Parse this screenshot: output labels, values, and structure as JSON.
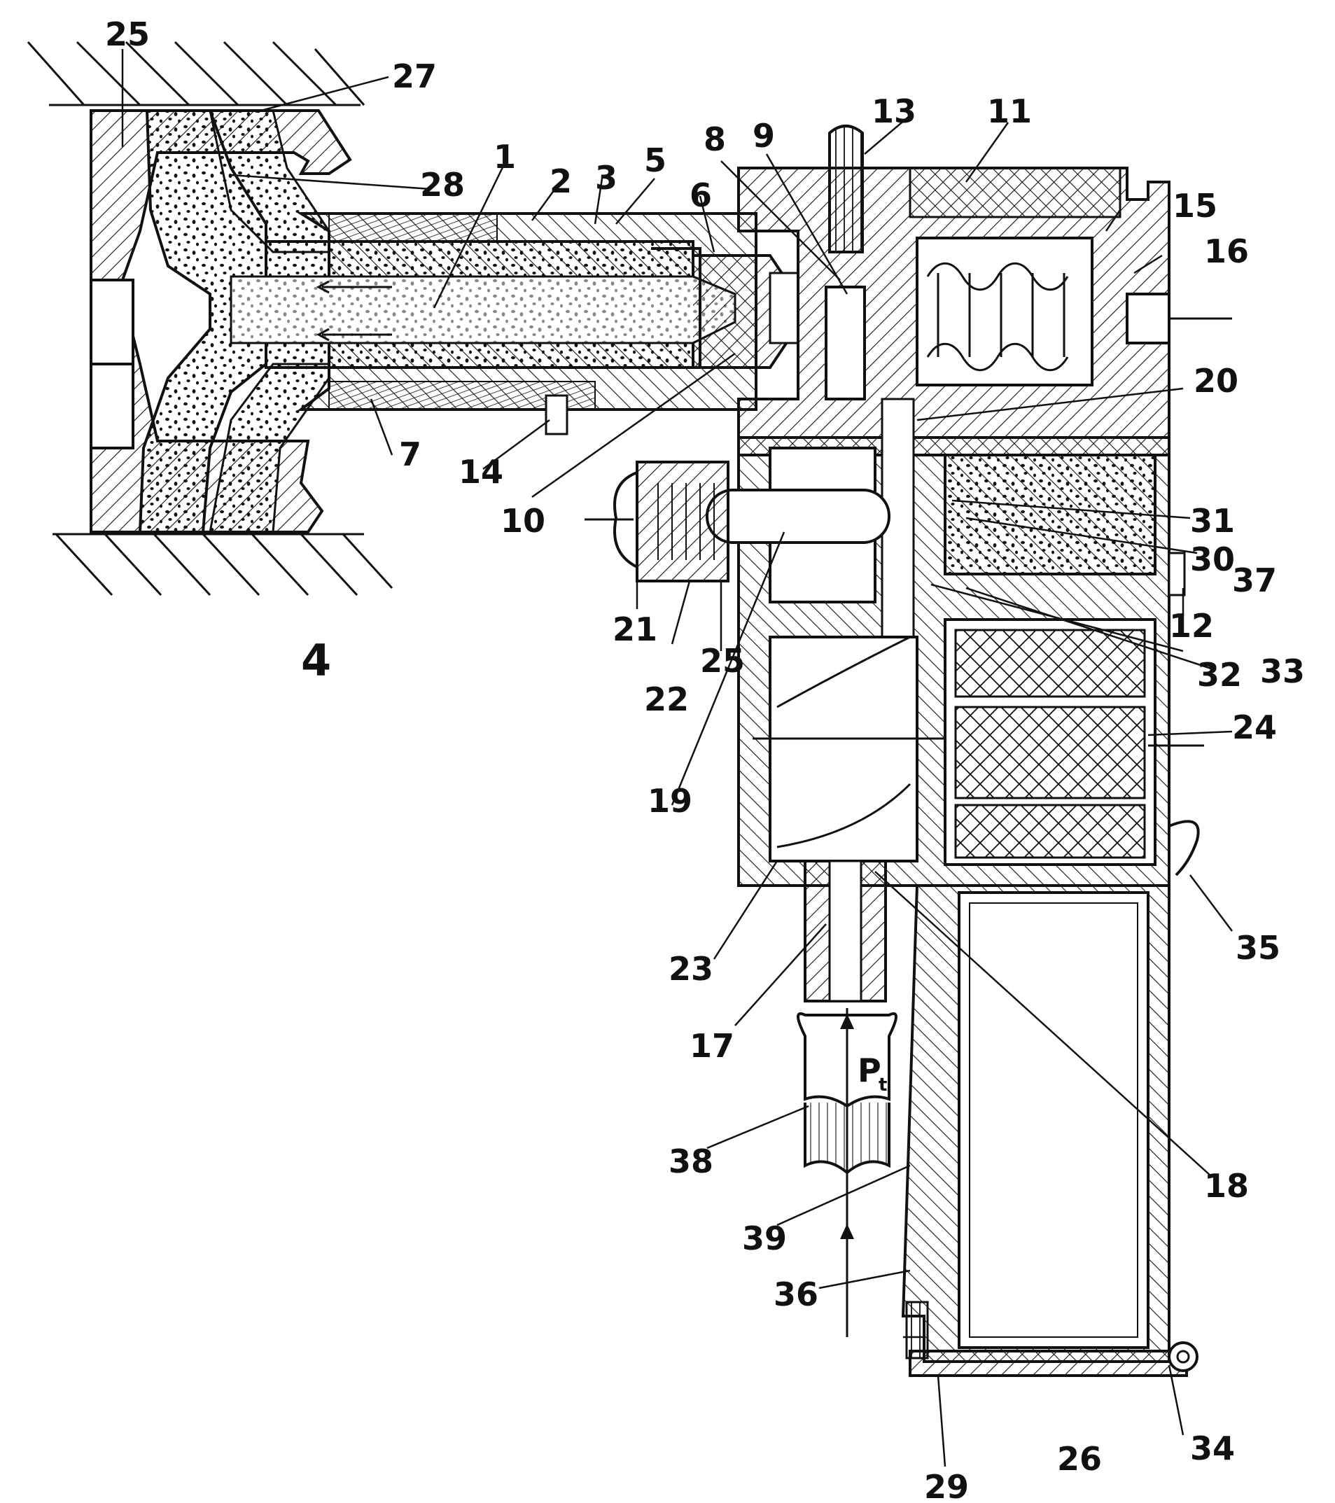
{
  "figure": {
    "flow_label": "P",
    "flow_label_sub": "t",
    "callouts": [
      {
        "id": "c1",
        "text": "1"
      },
      {
        "id": "c2",
        "text": "2"
      },
      {
        "id": "c3",
        "text": "3"
      },
      {
        "id": "c4",
        "text": "4"
      },
      {
        "id": "c5",
        "text": "5"
      },
      {
        "id": "c6",
        "text": "6"
      },
      {
        "id": "c7",
        "text": "7"
      },
      {
        "id": "c8",
        "text": "8"
      },
      {
        "id": "c9",
        "text": "9"
      },
      {
        "id": "c10",
        "text": "10"
      },
      {
        "id": "c11",
        "text": "11"
      },
      {
        "id": "c12",
        "text": "12"
      },
      {
        "id": "c13",
        "text": "13"
      },
      {
        "id": "c14",
        "text": "14"
      },
      {
        "id": "c15",
        "text": "15"
      },
      {
        "id": "c16",
        "text": "16"
      },
      {
        "id": "c17",
        "text": "17"
      },
      {
        "id": "c18",
        "text": "18"
      },
      {
        "id": "c19",
        "text": "19"
      },
      {
        "id": "c20",
        "text": "20"
      },
      {
        "id": "c21",
        "text": "21"
      },
      {
        "id": "c22",
        "text": "22"
      },
      {
        "id": "c23",
        "text": "23"
      },
      {
        "id": "c24",
        "text": "24"
      },
      {
        "id": "c25a",
        "text": "25"
      },
      {
        "id": "c25b",
        "text": "25"
      },
      {
        "id": "c26",
        "text": "26"
      },
      {
        "id": "c27",
        "text": "27"
      },
      {
        "id": "c28",
        "text": "28"
      },
      {
        "id": "c29",
        "text": "29"
      },
      {
        "id": "c30",
        "text": "30"
      },
      {
        "id": "c31",
        "text": "31"
      },
      {
        "id": "c32",
        "text": "32"
      },
      {
        "id": "c33",
        "text": "33"
      },
      {
        "id": "c34",
        "text": "34"
      },
      {
        "id": "c35",
        "text": "35"
      },
      {
        "id": "c36",
        "text": "36"
      },
      {
        "id": "c37",
        "text": "37"
      },
      {
        "id": "c38",
        "text": "38"
      },
      {
        "id": "c39",
        "text": "39"
      }
    ]
  }
}
